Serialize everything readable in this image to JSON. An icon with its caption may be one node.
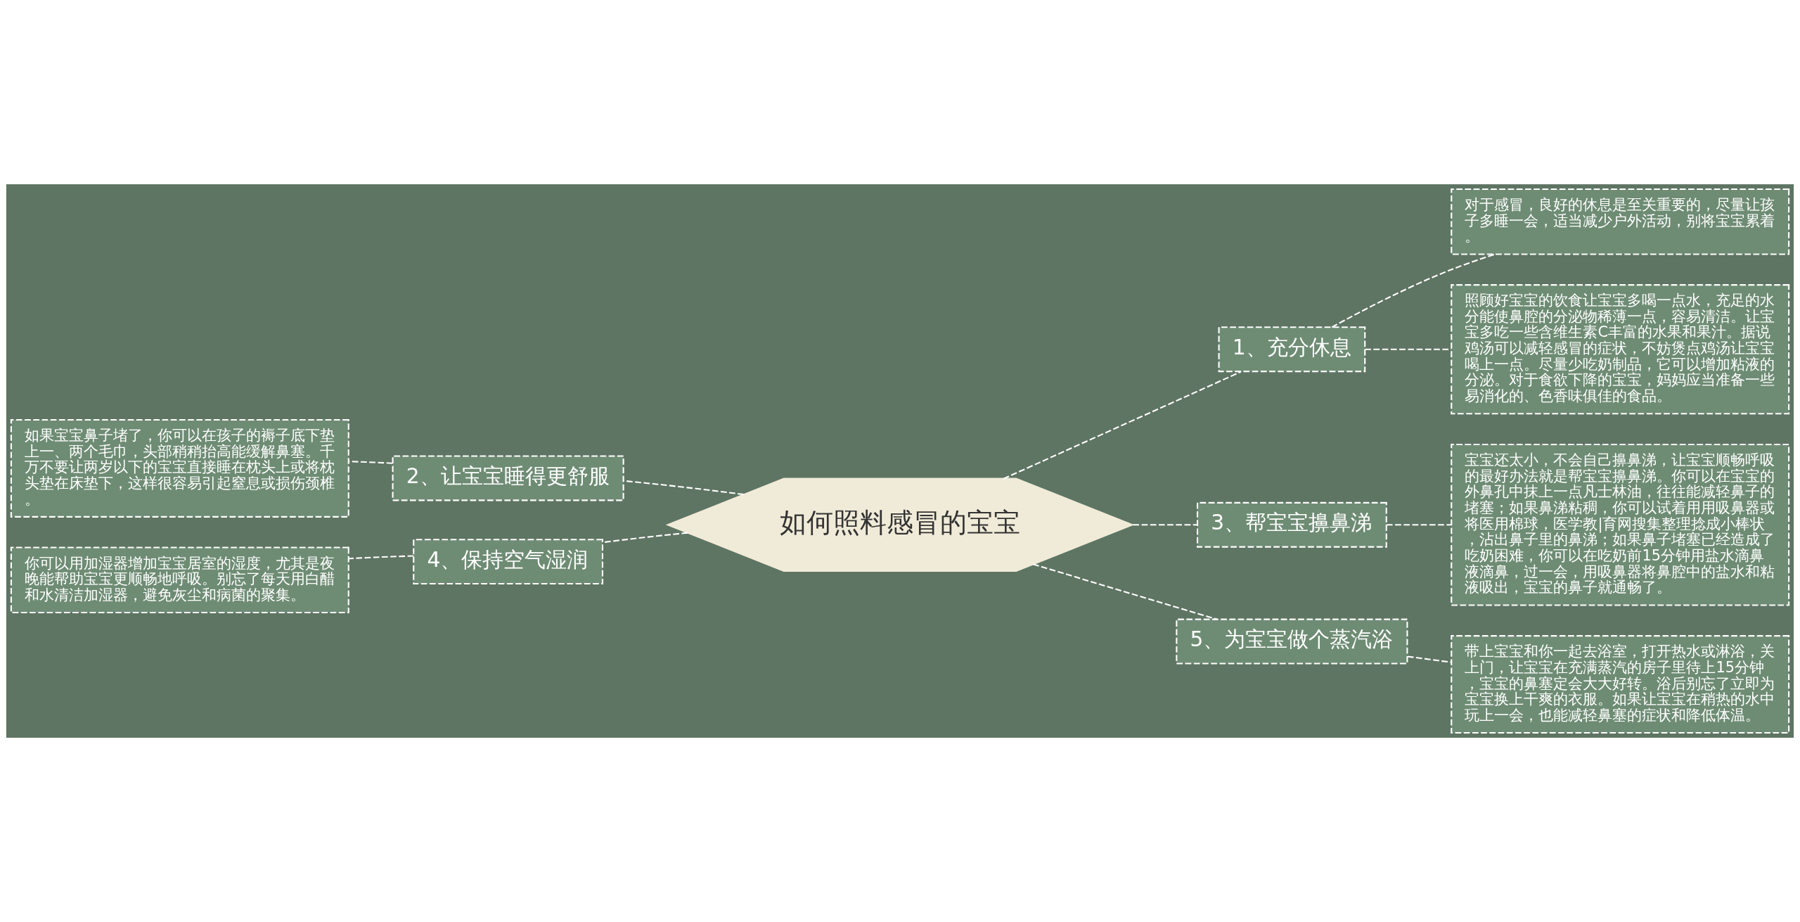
{
  "diagram": {
    "nodes": [
      {
        "text": [
          "如何照料感冒的宝宝"
        ]
      },
      {
        "text": [
          "1、充分休息"
        ]
      },
      {
        "text": [
          "对于感冒，良好的休息是至关重要的，尽量让孩子多睡一会，适当减少户外活动，别将宝宝累着。"
        ]
      },
      {
        "text": [
          "照顾好宝宝的饮食让宝宝多喝一点水，充足的水分能使鼻腔的分泌物稀薄一点，容易清洁。让宝宝多吃一些含维生素C丰富的水果和果汁。据说鸡汤可以减轻感冒的症状，不妨煲点鸡汤让宝宝喝上一点。尽量少吃奶制品，它可以增加粘液的分泌。对于食欲下降的宝宝，妈妈应当准备一些易消化的、色香味俱佳的食品。"
        ]
      },
      {
        "text": [
          "2、让宝宝睡得更舒服"
        ]
      },
      {
        "text": [
          "如果宝宝鼻子堵了，你可以在孩子的褥子底下垫上一、两个毛巾，头部稍稍抬高能缓解鼻塞。千万不要让两岁以下的宝宝直接睡在枕头上或将枕头垫在床垫下，这样很容易引起窒息或损伤颈椎。"
        ]
      },
      {
        "text": [
          "3、帮宝宝擤鼻涕"
        ]
      },
      {
        "text": [
          "宝宝还太小，不会自己擤鼻涕，让宝宝顺畅呼吸的最好办法就是帮宝宝擤鼻涕。你可以在宝宝的外鼻孔中抹上一点凡士林油，往往能减轻鼻子的堵塞；如果鼻涕粘稠，你可以试着用用吸鼻器或将医用棉球，医学教|育网搜集整理捻成小棒状，沾出鼻子里的鼻涕；如果鼻子堵塞已经造成了吃奶困难，你可以在吃奶前15分钟用盐水滴鼻液滴鼻，过一会，用吸鼻器将鼻腔中的盐水和粘液吸出，宝宝的鼻子就通畅了。"
        ]
      },
      {
        "text": [
          "4、保持空气湿润"
        ]
      },
      {
        "text": [
          "你可以用加湿器增加宝宝居室的湿度，尤其是夜晚能帮助宝宝更顺畅地呼吸。别忘了每天用白醋和水清洁加湿器，避免灰尘和病菌的聚集。"
        ]
      },
      {
        "text": [
          "5、为宝宝做个蒸汽浴"
        ]
      },
      {
        "text": [
          "带上宝宝和你一起去浴室，打开热水或淋浴，关上门，让宝宝在充满蒸汽的房子里待上15分钟，宝宝的鼻塞定会大大好转。浴后别忘了立即为宝宝换上干爽的衣服。如果让宝宝在稍热的水中玩上一会，也能减轻鼻塞的症状和降低体温。"
        ]
      }
    ],
    "edges": [
      {
        "from": 0,
        "to": 1,
        "arrow": "none",
        "style": "dashed"
      },
      {
        "from": 1,
        "to": 2,
        "arrow": "none",
        "style": "dashed"
      },
      {
        "from": 1,
        "to": 3,
        "arrow": "none",
        "style": "dashed"
      },
      {
        "from": 0,
        "to": 4,
        "arrow": "none",
        "style": "dashed"
      },
      {
        "from": 4,
        "to": 5,
        "arrow": "none",
        "style": "dashed"
      },
      {
        "from": 0,
        "to": 6,
        "arrow": "none",
        "style": "dashed"
      },
      {
        "from": 6,
        "to": 7,
        "arrow": "none",
        "style": "dashed"
      },
      {
        "from": 0,
        "to": 8,
        "arrow": "none",
        "style": "dashed"
      },
      {
        "from": 8,
        "to": 9,
        "arrow": "none",
        "style": "dashed"
      },
      {
        "from": 0,
        "to": 10,
        "arrow": "none",
        "style": "dashed"
      },
      {
        "from": 10,
        "to": 11,
        "arrow": "none",
        "style": "dashed"
      }
    ]
  }
}
